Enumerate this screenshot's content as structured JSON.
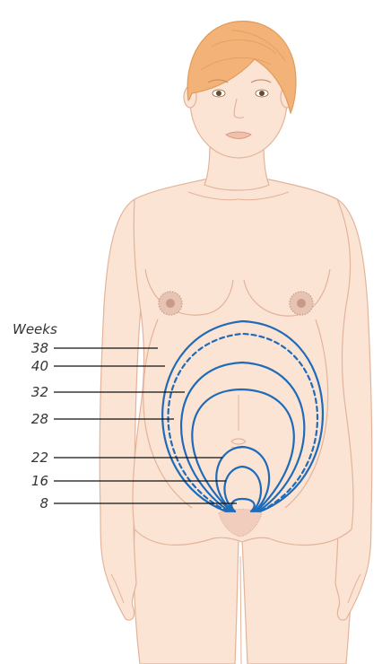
{
  "legend": {
    "header": "Weeks"
  },
  "weeks": [
    {
      "label": "38",
      "style": "solid"
    },
    {
      "label": "40",
      "style": "dashed"
    },
    {
      "label": "32",
      "style": "solid"
    },
    {
      "label": "28",
      "style": "solid"
    },
    {
      "label": "22",
      "style": "solid"
    },
    {
      "label": "16",
      "style": "solid"
    },
    {
      "label": "8",
      "style": "solid"
    }
  ],
  "colors": {
    "skin": "#fbe4d4",
    "skin_outline": "#e3b39a",
    "hair": "#f3b277",
    "hair_outline": "#e19b5a",
    "fundus_line": "#1f6bb8",
    "label_line": "#111111",
    "areola": "#c79a8a",
    "eye": "#6b4a2a"
  }
}
